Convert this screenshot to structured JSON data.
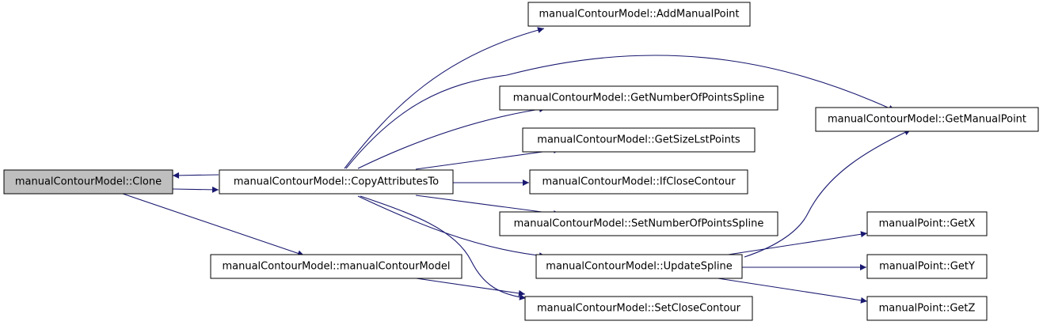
{
  "diagram": {
    "colors": {
      "node_fill": "#ffffff",
      "root_fill": "#bfbfbf",
      "edge": "#191970"
    },
    "nodes": [
      {
        "id": "clone",
        "label": "manualContourModel::Clone",
        "root": true
      },
      {
        "id": "copyattrs",
        "label": "manualContourModel::CopyAttributesTo"
      },
      {
        "id": "ctor",
        "label": "manualContourModel::manualContourModel"
      },
      {
        "id": "addmanual",
        "label": "manualContourModel::AddManualPoint"
      },
      {
        "id": "getnumpts",
        "label": "manualContourModel::GetNumberOfPointsSpline"
      },
      {
        "id": "getsize",
        "label": "manualContourModel::GetSizeLstPoints"
      },
      {
        "id": "ifclose",
        "label": "manualContourModel::IfCloseContour"
      },
      {
        "id": "setnumpts",
        "label": "manualContourModel::SetNumberOfPointsSpline"
      },
      {
        "id": "update",
        "label": "manualContourModel::UpdateSpline"
      },
      {
        "id": "setclose",
        "label": "manualContourModel::SetCloseContour"
      },
      {
        "id": "getmanual",
        "label": "manualContourModel::GetManualPoint"
      },
      {
        "id": "getx",
        "label": "manualPoint::GetX"
      },
      {
        "id": "gety",
        "label": "manualPoint::GetY"
      },
      {
        "id": "getz",
        "label": "manualPoint::GetZ"
      }
    ],
    "edges": [
      {
        "from": "clone",
        "to": "copyattrs"
      },
      {
        "from": "copyattrs",
        "to": "clone"
      },
      {
        "from": "clone",
        "to": "ctor"
      },
      {
        "from": "copyattrs",
        "to": "addmanual"
      },
      {
        "from": "copyattrs",
        "to": "getmanual"
      },
      {
        "from": "copyattrs",
        "to": "getnumpts"
      },
      {
        "from": "copyattrs",
        "to": "getsize"
      },
      {
        "from": "copyattrs",
        "to": "ifclose"
      },
      {
        "from": "copyattrs",
        "to": "setnumpts"
      },
      {
        "from": "copyattrs",
        "to": "update"
      },
      {
        "from": "copyattrs",
        "to": "setclose"
      },
      {
        "from": "ctor",
        "to": "setclose"
      },
      {
        "from": "update",
        "to": "getmanual"
      },
      {
        "from": "update",
        "to": "getx"
      },
      {
        "from": "update",
        "to": "gety"
      },
      {
        "from": "update",
        "to": "getz"
      }
    ]
  }
}
